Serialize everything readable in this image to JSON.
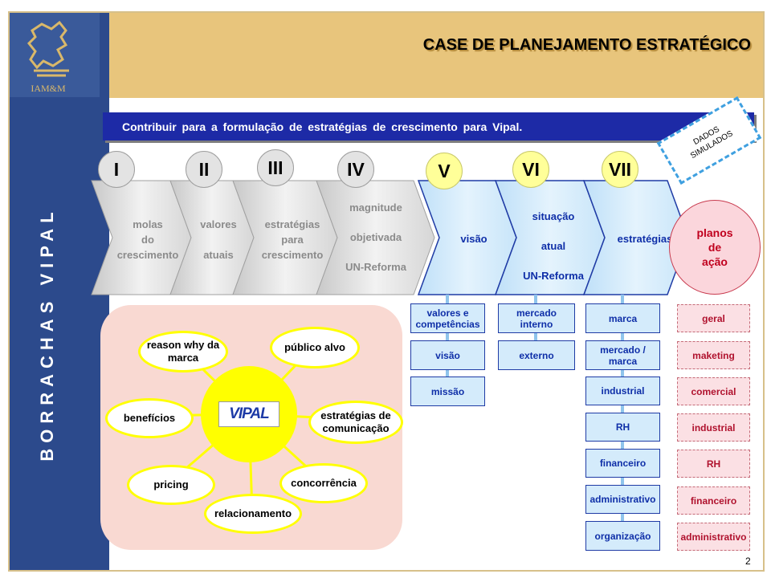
{
  "header": {
    "title": "CASE DE PLANEJAMENTO ESTRATÉGICO",
    "logo_text": "IAM&M"
  },
  "subtitle": "Contribuir para a formulação de estratégias de crescimento para Vipal.",
  "sidebar": {
    "text": "BORRACHAS VIPAL"
  },
  "stamp": {
    "line1": "DADOS",
    "line2": "SIMULADOS"
  },
  "steps": [
    {
      "numeral": "I",
      "lines": [
        "molas",
        "do",
        "crescimento"
      ]
    },
    {
      "numeral": "II",
      "lines": [
        "valores",
        "",
        "atuais"
      ]
    },
    {
      "numeral": "III",
      "lines": [
        "estratégias",
        "para",
        "crescimento"
      ]
    },
    {
      "numeral": "IV",
      "lines": [
        "magnitude",
        "objetivada",
        "UN-Reforma"
      ]
    },
    {
      "numeral": "V",
      "lines": [
        "visão"
      ]
    },
    {
      "numeral": "VI",
      "lines": [
        "situação",
        "atual",
        "UN-Reforma"
      ]
    },
    {
      "numeral": "VII",
      "lines": [
        "estratégias"
      ]
    }
  ],
  "planos": {
    "lines": [
      "planos",
      "de",
      "ação"
    ]
  },
  "col_v": [
    "valores e competências",
    "visão",
    "missão"
  ],
  "col_vi": [
    "mercado interno",
    "externo"
  ],
  "col_vii": [
    "marca",
    "mercado / marca",
    "industrial",
    "RH",
    "financeiro",
    "administrativo",
    "organização"
  ],
  "col_planos": [
    "geral",
    "maketing",
    "comercial",
    "industrial",
    "RH",
    "financeiro",
    "administrativo"
  ],
  "brand_panel": {
    "center_logo": "VIPAL",
    "bubbles": {
      "reason_why": "reason why da marca",
      "publico_alvo": "público alvo",
      "beneficios": "benefícios",
      "estrategias_comunicacao": "estratégias de comunicação",
      "pricing": "pricing",
      "concorrencia": "concorrência",
      "relacionamento": "relacionamento"
    }
  },
  "page_number": "2",
  "colors": {
    "banner": "#e8c57c",
    "sidebar": "#2c4a8c",
    "subtitle_bar": "#1d2aa6",
    "blue_text": "#0f2fa8",
    "red_text": "#b0122e",
    "hub": "#ffff00"
  }
}
